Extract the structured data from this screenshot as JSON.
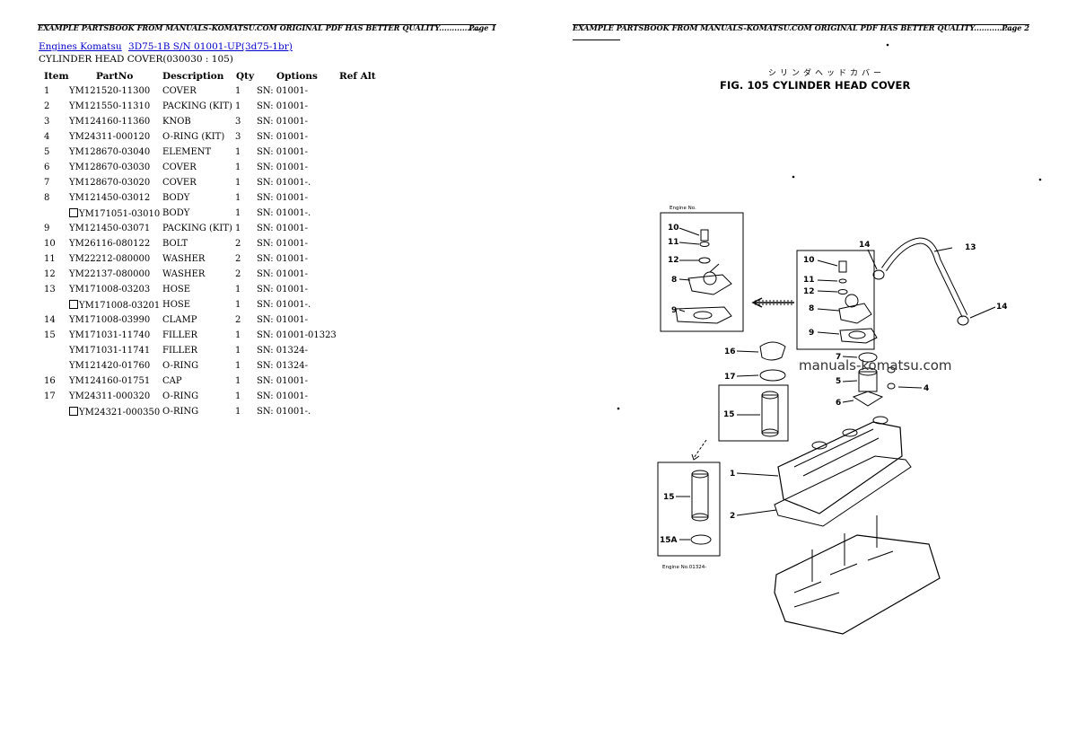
{
  "page1": {
    "header": "EXAMPLE PARTSBOOK FROM MANUALS-KOMATSU.COM ORIGINAL PDF HAS BETTER QUALITY................",
    "page_label": "Page 1",
    "breadcrumb": [
      "Engines Komatsu",
      "3D75-1B S/N 01001-UP(3d75-1br)"
    ],
    "subtitle": "CYLINDER HEAD COVER(030030 : 105)",
    "columns": [
      "Item",
      "PartNo",
      "Description",
      "Qty",
      "Options",
      "Ref Alt"
    ],
    "rows": [
      {
        "item": "1",
        "part": "YM121520-11300",
        "alt": false,
        "desc": "COVER",
        "qty": "1",
        "opt": "SN: 01001-"
      },
      {
        "item": "2",
        "part": "YM121550-11310",
        "alt": false,
        "desc": "PACKING (KIT)",
        "qty": "1",
        "opt": "SN: 01001-"
      },
      {
        "item": "3",
        "part": "YM124160-11360",
        "alt": false,
        "desc": "KNOB",
        "qty": "3",
        "opt": "SN: 01001-"
      },
      {
        "item": "4",
        "part": "YM24311-000120",
        "alt": false,
        "desc": "O-RING (KIT)",
        "qty": "3",
        "opt": "SN: 01001-"
      },
      {
        "item": "5",
        "part": "YM128670-03040",
        "alt": false,
        "desc": "ELEMENT",
        "qty": "1",
        "opt": "SN: 01001-"
      },
      {
        "item": "6",
        "part": "YM128670-03030",
        "alt": false,
        "desc": "COVER",
        "qty": "1",
        "opt": "SN: 01001-"
      },
      {
        "item": "7",
        "part": "YM128670-03020",
        "alt": false,
        "desc": "COVER",
        "qty": "1",
        "opt": "SN: 01001-."
      },
      {
        "item": "8",
        "part": "YM121450-03012",
        "alt": false,
        "desc": "BODY",
        "qty": "1",
        "opt": "SN: 01001-"
      },
      {
        "item": "",
        "part": "YM171051-03010",
        "alt": true,
        "desc": "BODY",
        "qty": "1",
        "opt": "SN: 01001-."
      },
      {
        "item": "9",
        "part": "YM121450-03071",
        "alt": false,
        "desc": "PACKING (KIT)",
        "qty": "1",
        "opt": "SN: 01001-"
      },
      {
        "item": "10",
        "part": "YM26116-080122",
        "alt": false,
        "desc": "BOLT",
        "qty": "2",
        "opt": "SN: 01001-"
      },
      {
        "item": "11",
        "part": "YM22212-080000",
        "alt": false,
        "desc": "WASHER",
        "qty": "2",
        "opt": "SN: 01001-"
      },
      {
        "item": "12",
        "part": "YM22137-080000",
        "alt": false,
        "desc": "WASHER",
        "qty": "2",
        "opt": "SN: 01001-"
      },
      {
        "item": "13",
        "part": "YM171008-03203",
        "alt": false,
        "desc": "HOSE",
        "qty": "1",
        "opt": "SN: 01001-"
      },
      {
        "item": "",
        "part": "YM171008-03201",
        "alt": true,
        "desc": "HOSE",
        "qty": "1",
        "opt": "SN: 01001-."
      },
      {
        "item": "14",
        "part": "YM171008-03990",
        "alt": false,
        "desc": "CLAMP",
        "qty": "2",
        "opt": "SN: 01001-"
      },
      {
        "item": "15",
        "part": "YM171031-11740",
        "alt": false,
        "desc": "FILLER",
        "qty": "1",
        "opt": "SN: 01001-01323"
      },
      {
        "item": "",
        "part": "YM171031-11741",
        "alt": false,
        "desc": "FILLER",
        "qty": "1",
        "opt": "SN: 01324-"
      },
      {
        "item": "",
        "part": "YM121420-01760",
        "alt": false,
        "desc": "O-RING",
        "qty": "1",
        "opt": "SN: 01324-"
      },
      {
        "item": "16",
        "part": "YM124160-01751",
        "alt": false,
        "desc": "CAP",
        "qty": "1",
        "opt": "SN: 01001-"
      },
      {
        "item": "17",
        "part": "YM24311-000320",
        "alt": false,
        "desc": "O-RING",
        "qty": "1",
        "opt": "SN: 01001-"
      },
      {
        "item": "",
        "part": "YM24321-000350",
        "alt": true,
        "desc": "O-RING",
        "qty": "1",
        "opt": "SN: 01001-."
      }
    ]
  },
  "page2": {
    "header": "EXAMPLE PARTSBOOK FROM MANUALS-KOMATSU.COM ORIGINAL PDF HAS BETTER QUALITY................",
    "page_label": "Page 2",
    "fig_title_jp": "シリンダヘッドカバー",
    "fig_title": "FIG. 105 CYLINDER HEAD COVER",
    "watermark": "manuals-komatsu.com",
    "callouts": {
      "c10": "10",
      "c11": "11",
      "c12": "12",
      "c8": "8",
      "c9": "9",
      "c14": "14",
      "c13": "13",
      "c16": "16",
      "c17": "17",
      "c7": "7",
      "c5": "5",
      "c6": "6",
      "c4": "4",
      "c15": "15",
      "c1": "1",
      "c2": "2",
      "c15a": "15A"
    },
    "inset_note_top": "Engine No.",
    "inset_note_bottom": "Engine No.01324-"
  }
}
